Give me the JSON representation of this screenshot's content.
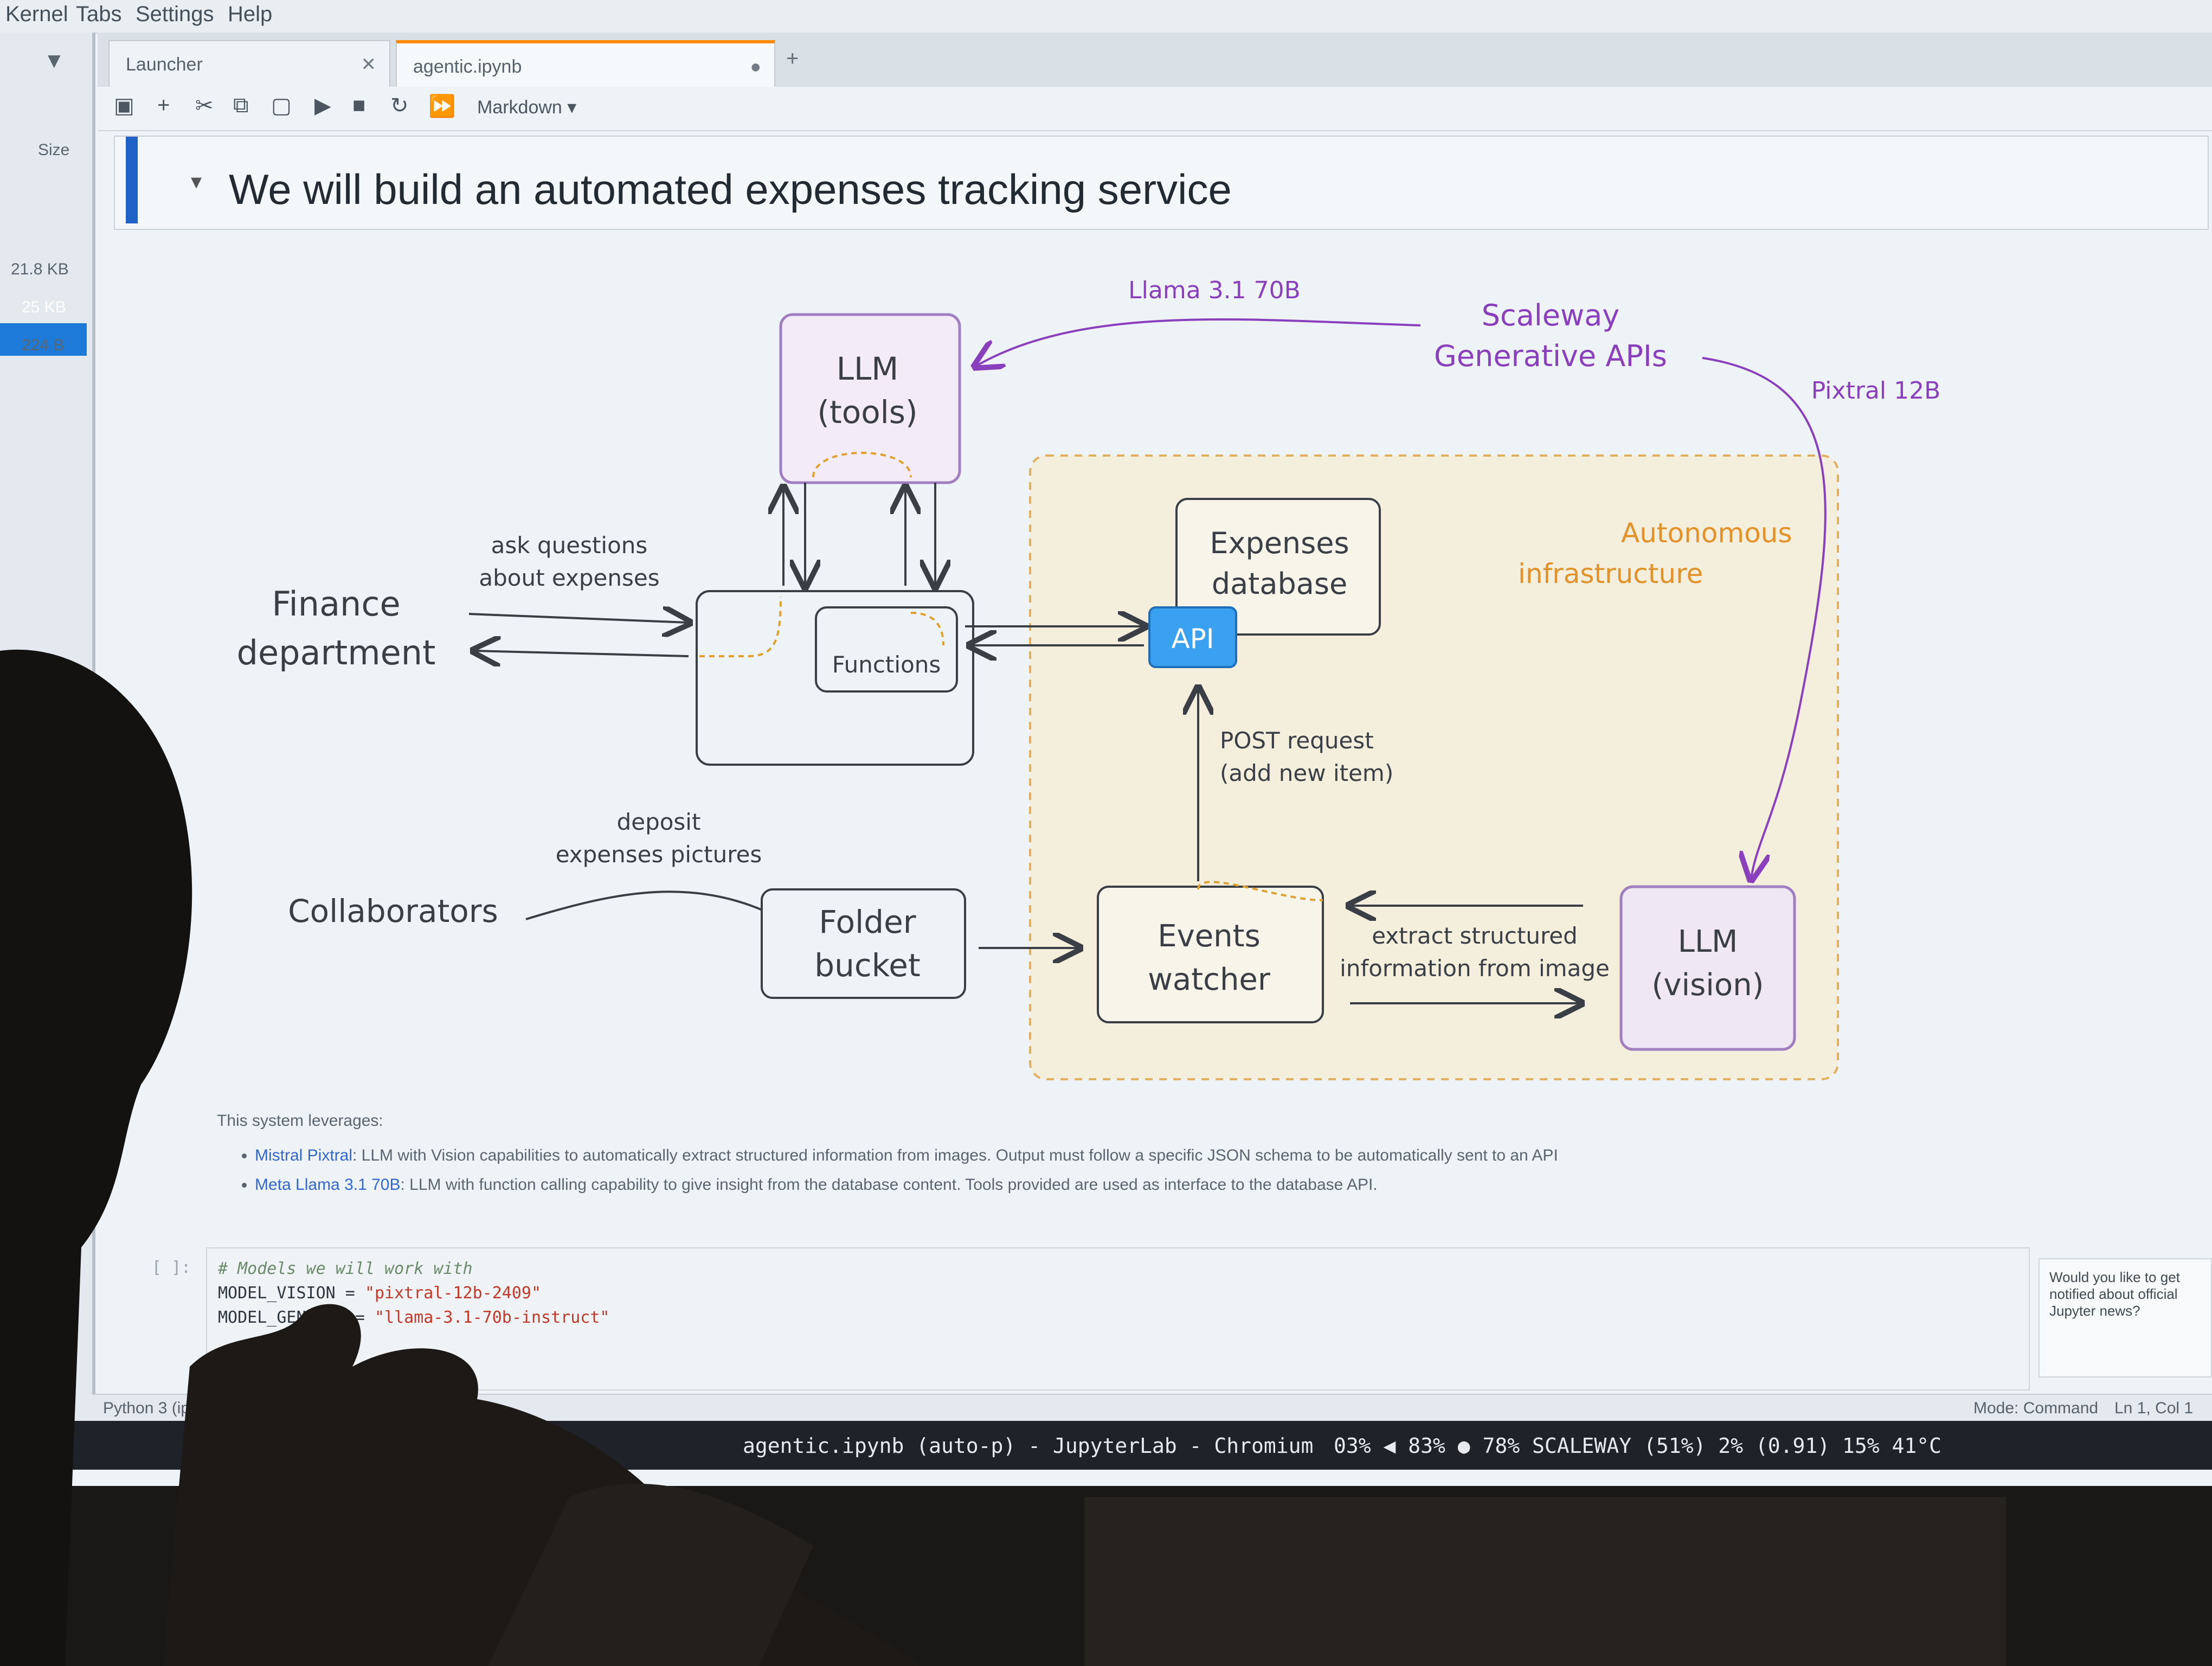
{
  "menubar": {
    "items": [
      "Kernel",
      "Tabs",
      "Settings",
      "Help"
    ]
  },
  "sidebar": {
    "header": "Size",
    "sizes": [
      "21.8 KB",
      "25 KB",
      "224 B"
    ]
  },
  "tabs": [
    {
      "label": "Launcher"
    },
    {
      "label": "agentic.ipynb"
    }
  ],
  "toolbar": {
    "cell_type": "Markdown"
  },
  "heading": {
    "text": "We will build an automated expenses tracking service"
  },
  "diagram": {
    "nodes": {
      "llm_tools": [
        "LLM",
        "(tools)"
      ],
      "finance": [
        "Finance",
        "department"
      ],
      "functions": "Functions",
      "expenses_db": [
        "Expenses",
        "database"
      ],
      "api": "API",
      "autonomous": [
        "Autonomous",
        "infrastructure"
      ],
      "scaleway": [
        "Scaleway",
        "Generative APIs"
      ],
      "collaborators": "Collaborators",
      "folder_bucket": [
        "Folder",
        "bucket"
      ],
      "events_watcher": [
        "Events",
        "watcher"
      ],
      "llm_vision": [
        "LLM",
        "(vision)"
      ]
    },
    "edge_labels": {
      "llama": "Llama 3.1 70B",
      "pixtral": "Pixtral 12B",
      "ask": [
        "ask questions",
        "about expenses"
      ],
      "deposit": [
        "deposit",
        "expenses pictures"
      ],
      "post": [
        "POST request",
        "(add new item)"
      ],
      "extract": [
        "extract structured",
        "information from image"
      ]
    }
  },
  "description": {
    "intro": "This system leverages:",
    "bullets": [
      {
        "link": "Mistral Pixtral",
        "text": ": LLM with Vision capabilities to automatically extract structured information from images. Output must follow a specific JSON schema to be automatically sent to an API"
      },
      {
        "link": "Meta Llama 3.1 70B",
        "text": ": LLM with function calling capability to give insight from the database content. Tools provided are used as interface to the database API."
      }
    ]
  },
  "code": {
    "prompt": "[ ]:",
    "comment": "# Models we will work with",
    "line1_var": "MODEL_VISION = ",
    "line1_val": "\"pixtral-12b-2409\"",
    "line2_var": "MODEL_GENERAL = ",
    "line2_val": "\"llama-3.1-70b-instruct\""
  },
  "notification": "Would you like to get notified about official Jupyter news?",
  "statusbar": {
    "left": "Python 3 (ipykernel) | Idle",
    "mode": "Mode: Command",
    "position": "Ln 1, Col 1"
  },
  "taskbar": {
    "window": "agentic.ipynb (auto-p) - JupyterLab - Chromium",
    "stats": "03% ◀ 83% ● 78% SCALEWAY (51%) 2% (0.91) 15% 41°C"
  },
  "colors": {
    "accent": "#1f63c8",
    "purple": "#8a3fbd",
    "orange": "#e3922a",
    "api_blue": "#3aa0f0"
  }
}
